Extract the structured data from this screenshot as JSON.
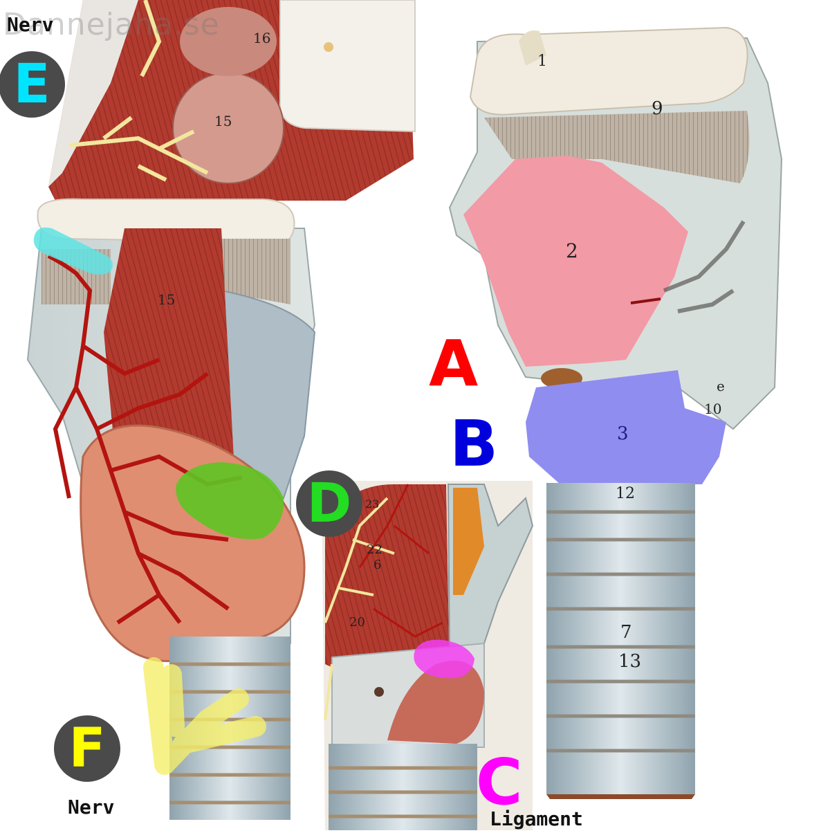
{
  "watermark": "Dannejaha.se",
  "labels": {
    "A": "A",
    "B": "B",
    "C": "C",
    "D": "D",
    "E": "E",
    "F": "F"
  },
  "captions": {
    "nerv_top": "Nerv",
    "nerv_bottom": "Nerv",
    "ligament": "Ligament"
  },
  "model_numbers": {
    "n1": "1",
    "n2": "2",
    "n3": "3",
    "n7": "7",
    "n9": "9",
    "n10": "10",
    "n12": "12",
    "n13": "13",
    "n15a": "15",
    "n15b": "15",
    "n16": "16",
    "n6": "6",
    "n20": "20",
    "n22": "22",
    "n23": "23",
    "e_small": "e"
  },
  "colors": {
    "A": "#ff0000",
    "B": "#0000dd",
    "C": "#ff00ff",
    "D": "#22dd22",
    "E": "#00e5ff",
    "F": "#ffff00",
    "highlight_pink": "#f29aa6",
    "highlight_blue": "#8f8df0",
    "highlight_green": "#5ec423",
    "highlight_cyan": "#5ee3e3",
    "highlight_magenta": "#f23ff2",
    "highlight_yellow": "#f5ef6a"
  }
}
